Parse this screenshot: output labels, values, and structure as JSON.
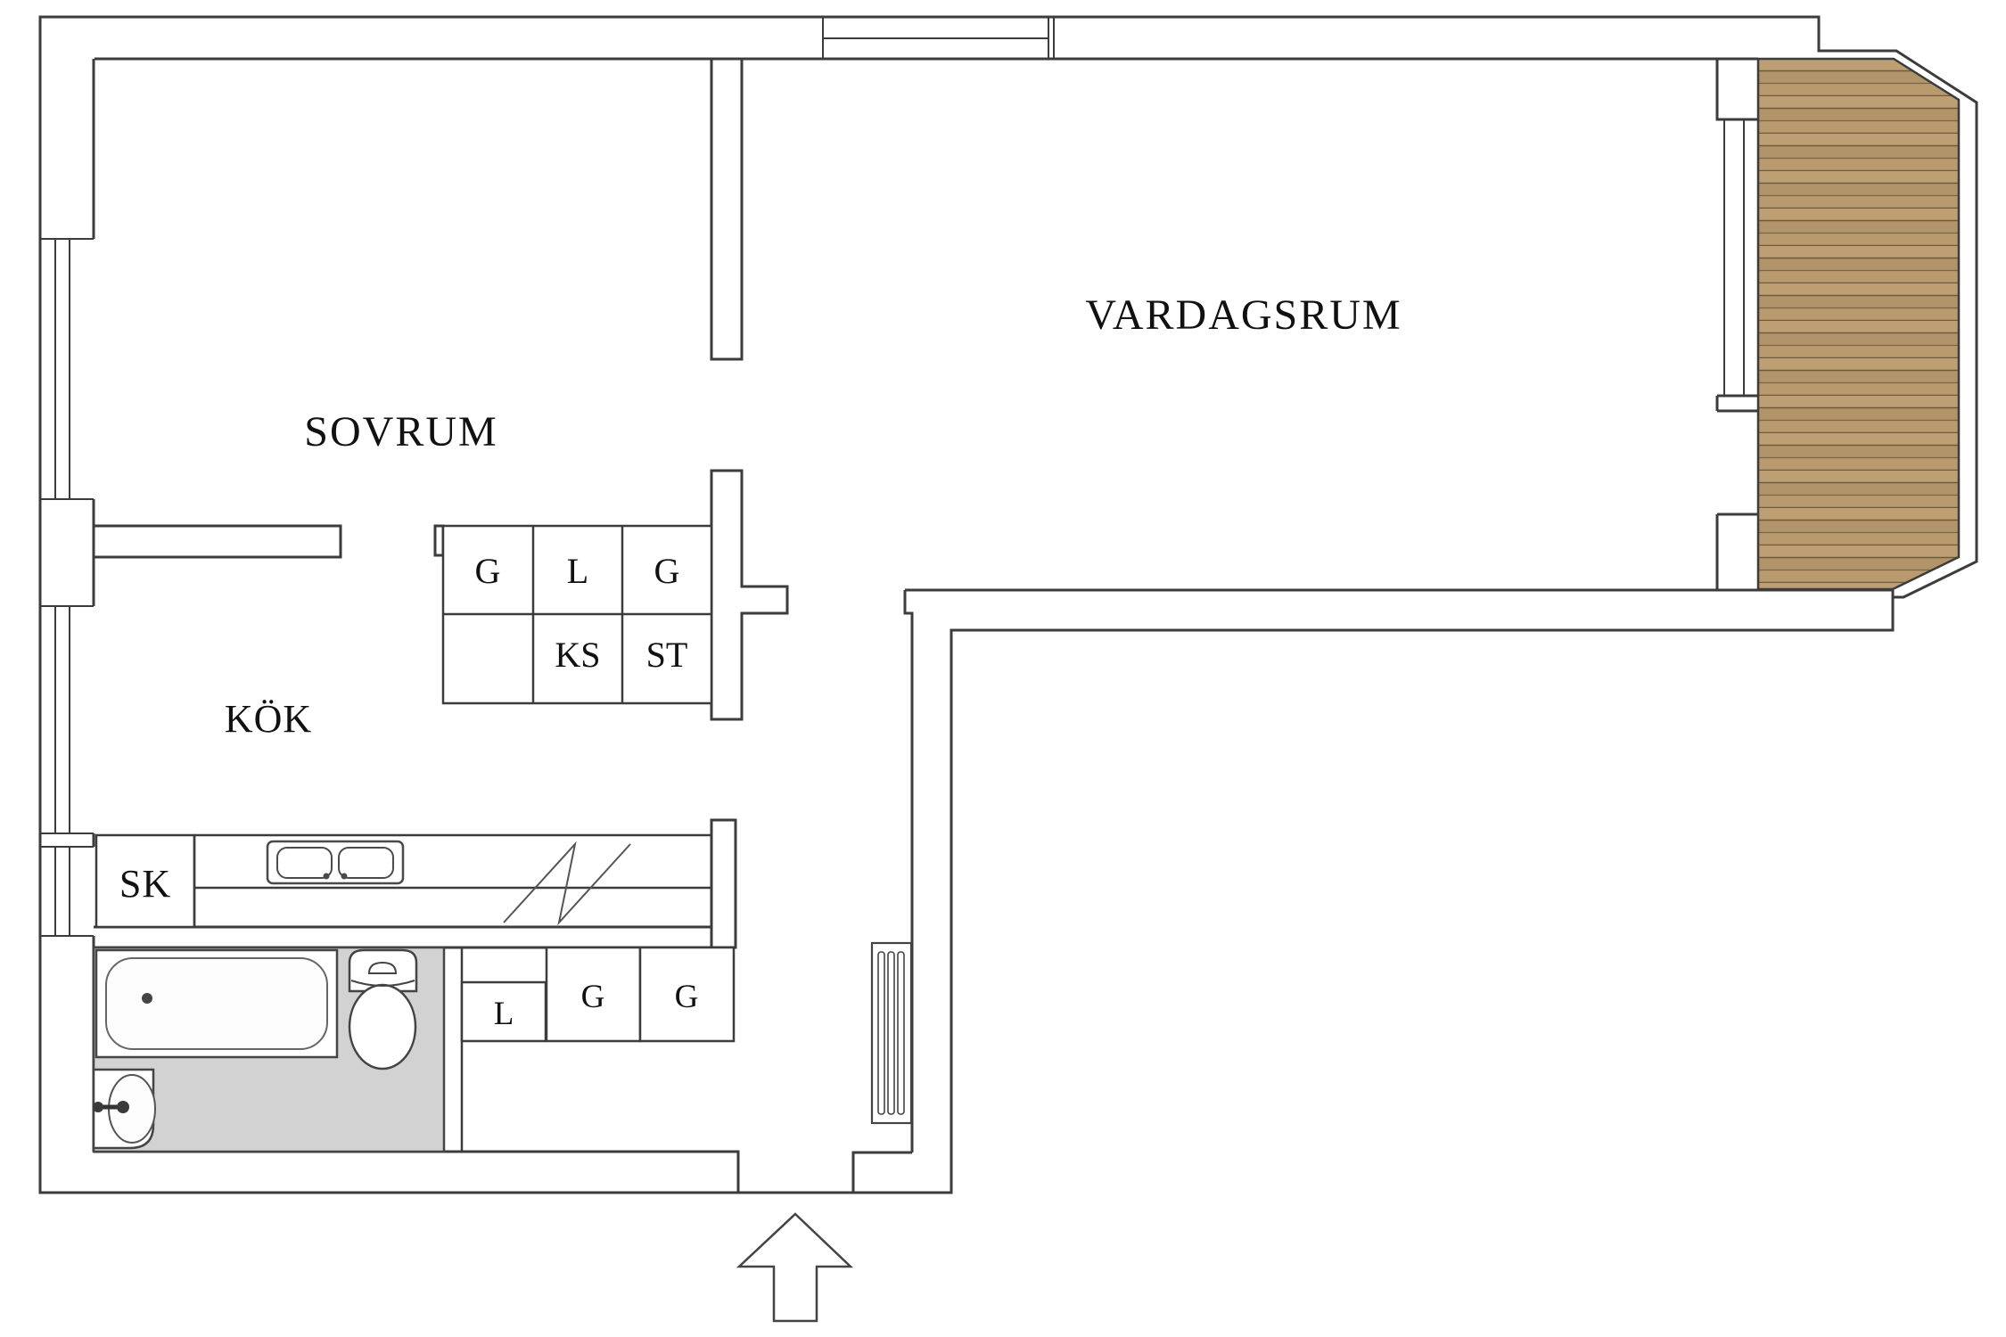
{
  "labels": {
    "bedroom": "SOVRUM",
    "livingroom": "VARDAGSRUM",
    "kitchen": "KÖK",
    "cleaning_closet": "SK"
  },
  "bedroom_closets": {
    "row1": [
      "G",
      "L",
      "G"
    ],
    "row2": [
      "KS",
      "ST"
    ]
  },
  "hall_closets": [
    "L",
    "G",
    "G"
  ],
  "colors": {
    "wall_line": "#3c3c3c",
    "fixture_line": "#4a4a4a",
    "bathroom_floor": "#d2d2d2",
    "wood_base": "#b5976c",
    "wood_light": "#c2a47a",
    "wood_dark": "#a98c62",
    "wood_seam": "#6e5a41"
  }
}
